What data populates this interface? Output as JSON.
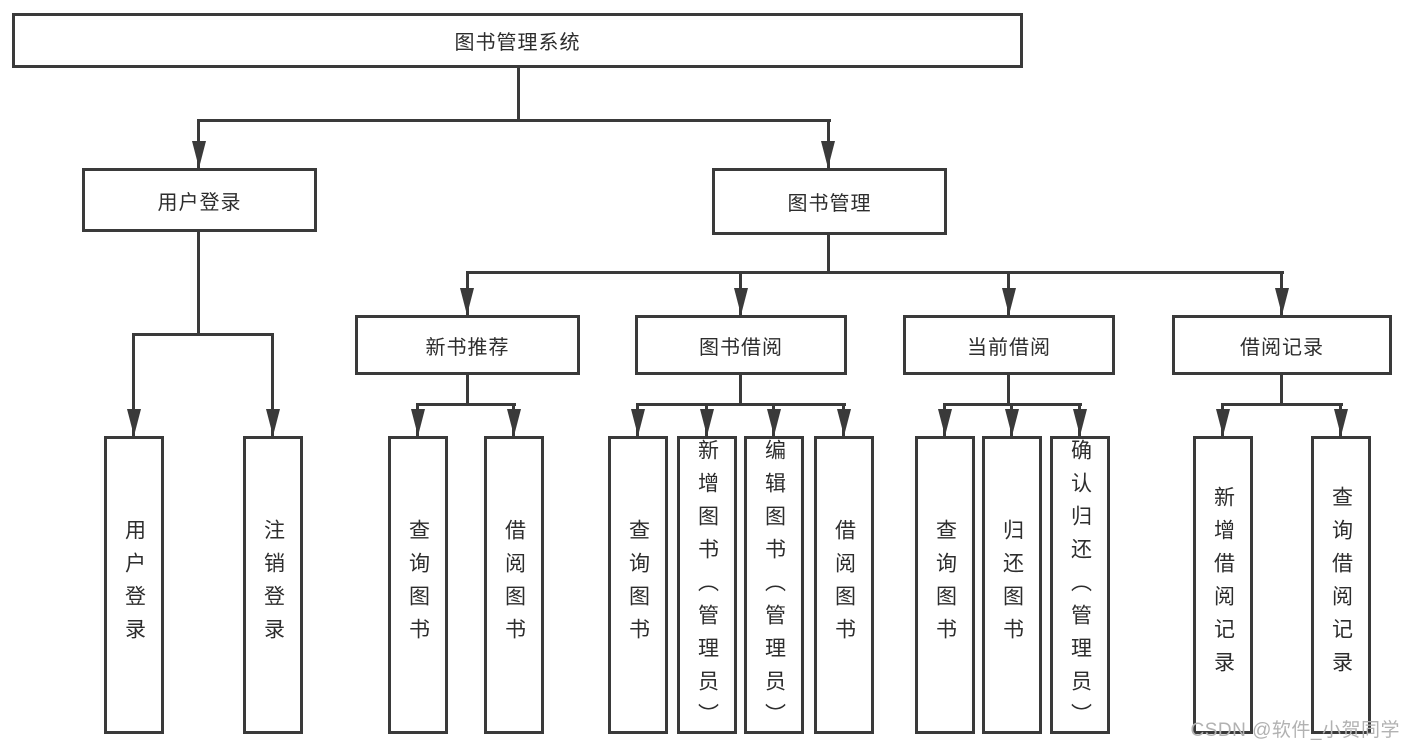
{
  "root": {
    "label": "图书管理系统"
  },
  "branches": [
    {
      "id": "user-login",
      "label": "用户登录"
    },
    {
      "id": "book-management",
      "label": "图书管理"
    }
  ],
  "modules": [
    {
      "id": "new-book-recommend",
      "label": "新书推荐"
    },
    {
      "id": "book-borrowing",
      "label": "图书借阅"
    },
    {
      "id": "current-borrowing",
      "label": "当前借阅"
    },
    {
      "id": "borrowing-records",
      "label": "借阅记录"
    }
  ],
  "functions": {
    "user_login": [
      "用户登录",
      "注销登录"
    ],
    "new_book": [
      "查询图书",
      "借阅图书"
    ],
    "book_borrow": [
      "查询图书",
      "新增图书（管理员）",
      "编辑图书（管理员）",
      "借阅图书"
    ],
    "current_borrow": [
      "查询图书",
      "归还图书",
      "确认归还（管理员）"
    ],
    "borrow_record": [
      "新增借阅记录",
      "查询借阅记录"
    ]
  },
  "watermark": {
    "text": "CSDN @软件_小贺同学"
  },
  "colors": {
    "line": "#3a3a3a",
    "text": "#2d2d2d",
    "watermark": "#b2b2b2",
    "background": "#ffffff"
  }
}
